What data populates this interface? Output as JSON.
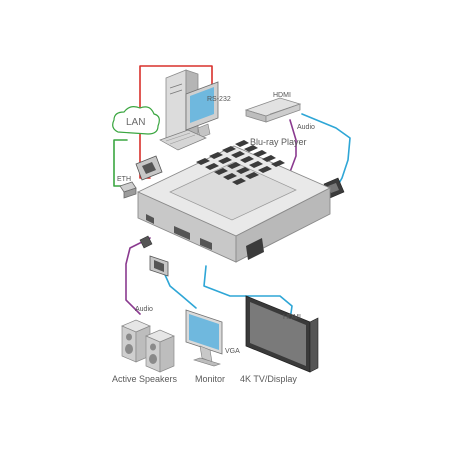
{
  "labels": {
    "rs232": "RS-232",
    "lan": "LAN",
    "eth": "ETH",
    "hdmi_in": "HDMI",
    "audio_in": "Audio",
    "bluray": "Blu-ray Player",
    "audio_out": "Audio",
    "vga": "VGA",
    "hdmi_out": "HDMI",
    "speakers": "Active Speakers",
    "monitor": "Monitor",
    "tv": "4K TV/Display"
  },
  "colors": {
    "rs232_cable": "#d9302b",
    "lan_cable": "#3aa640",
    "hdmi_cable": "#2ea6d6",
    "audio_cable": "#8a3a8f",
    "vga_cable": "#2ea6d6",
    "device_body": "#e9e9e9",
    "device_shade": "#b9b9b9",
    "button": "#3b3b3b"
  },
  "icons": [
    "computer-icon",
    "lan-cloud-icon",
    "eth-jack-icon",
    "rs232-plug-icon",
    "bluray-player-icon",
    "hdmi-plug-icon",
    "controller-device-icon",
    "vga-plug-icon",
    "audio-jack-icon",
    "speakers-icon",
    "monitor-icon",
    "tv-display-icon"
  ]
}
